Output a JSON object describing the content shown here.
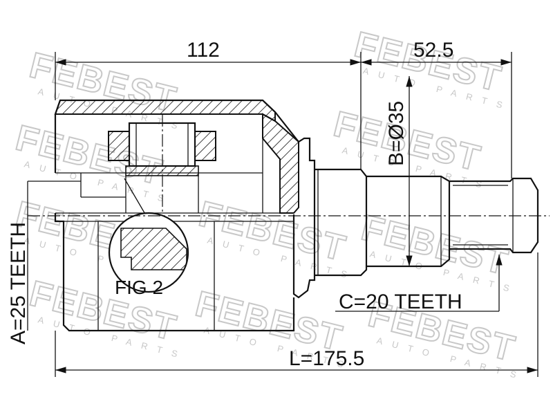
{
  "watermark": {
    "brand": "FEBEST",
    "sub": "AUTO PARTS"
  },
  "dimensions": {
    "housing_length": "112",
    "stub_length": "52.5",
    "stub_diameter": "B=Ø35",
    "inner_spline": "A=25 TEETH",
    "outer_spline": "C=20 TEETH",
    "total_length": "L=175.5"
  },
  "figure_label": "FIG 2",
  "colors": {
    "line": "#111111",
    "watermark": "#c8c8c8"
  }
}
